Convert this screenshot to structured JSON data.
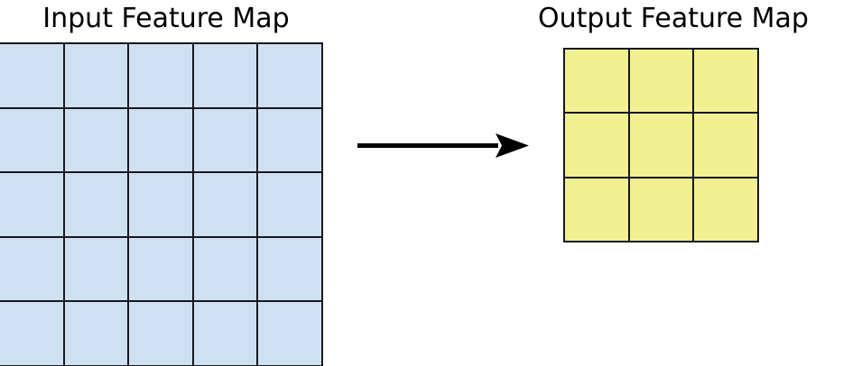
{
  "figure": {
    "kind": "convolution-feature-map-diagram",
    "background_color": "#ffffff"
  },
  "input_panel": {
    "title": "Input Feature Map",
    "grid": {
      "rows": 5,
      "cols": 5,
      "cell_fill_color": "#cfe0f1",
      "line_color": "#17171f"
    }
  },
  "output_panel": {
    "title": "Output Feature Map",
    "grid": {
      "rows": 3,
      "cols": 3,
      "cell_fill_color": "#f1f093",
      "line_color": "#17171f"
    }
  },
  "arrow": {
    "icon": "right-arrow-icon",
    "direction": "right",
    "color": "#000000"
  }
}
